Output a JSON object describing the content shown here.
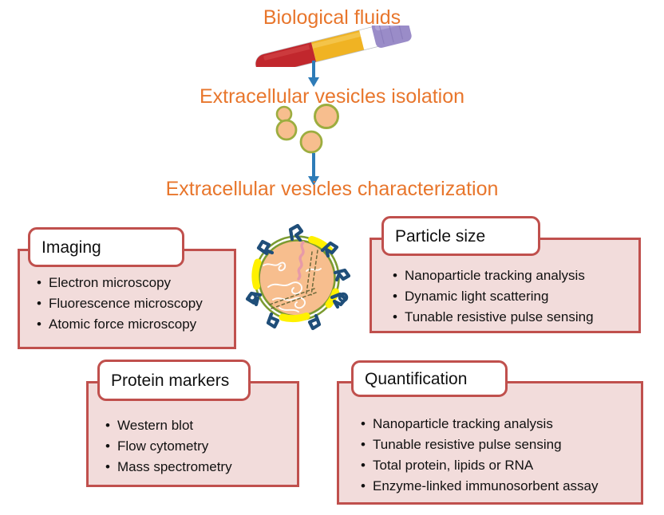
{
  "flow": {
    "step1_title": "Biological fluids",
    "step2_title": "Extracellular vesicles isolation",
    "step3_title": "Extracellular vesicles characterization"
  },
  "categories": [
    {
      "id": "imaging",
      "title": "Imaging",
      "items": [
        "Electron microscopy",
        "Fluorescence microscopy",
        "Atomic force microscopy"
      ]
    },
    {
      "id": "particle-size",
      "title": "Particle size",
      "items": [
        "Nanoparticle tracking analysis",
        "Dynamic light scattering",
        "Tunable resistive pulse sensing"
      ]
    },
    {
      "id": "protein-markers",
      "title": "Protein markers",
      "items": [
        "Western blot",
        "Flow cytometry",
        "Mass spectrometry"
      ]
    },
    {
      "id": "quantification",
      "title": "Quantification",
      "items": [
        "Nanoparticle tracking analysis",
        "Tunable resistive pulse sensing",
        "Total protein, lipids or RNA",
        "Enzyme-linked immunosorbent assay"
      ]
    }
  ],
  "graphics": {
    "blood_collection_tube": "blood-collection-tube-icon",
    "isolated_vesicles": "vesicle-cluster-icon",
    "vesicle_diagram": "extracellular-vesicle-diagram-icon",
    "arrow_1": "down-arrow-icon",
    "arrow_2": "down-arrow-icon"
  },
  "colors": {
    "heading_orange": "#E8762C",
    "arrow_blue": "#2E7CB8",
    "box_border_red": "#C0504D",
    "box_fill_pink": "#F2DCDB",
    "tab_fill_white": "#FFFFFF",
    "body_text": "#111111",
    "vesicle_membrane_green": "#7B9B31",
    "vesicle_lumen_peach": "#F7BE8E",
    "vesicle_raft_yellow": "#FFF100",
    "vesicle_protein_blue": "#1F4E79",
    "vesicle_rna_pink": "#E79AA8",
    "tube_red": "#C1272D",
    "tube_yellow": "#F0B323",
    "tube_purple": "#9A8CC8",
    "background": "#FFFFFF"
  }
}
